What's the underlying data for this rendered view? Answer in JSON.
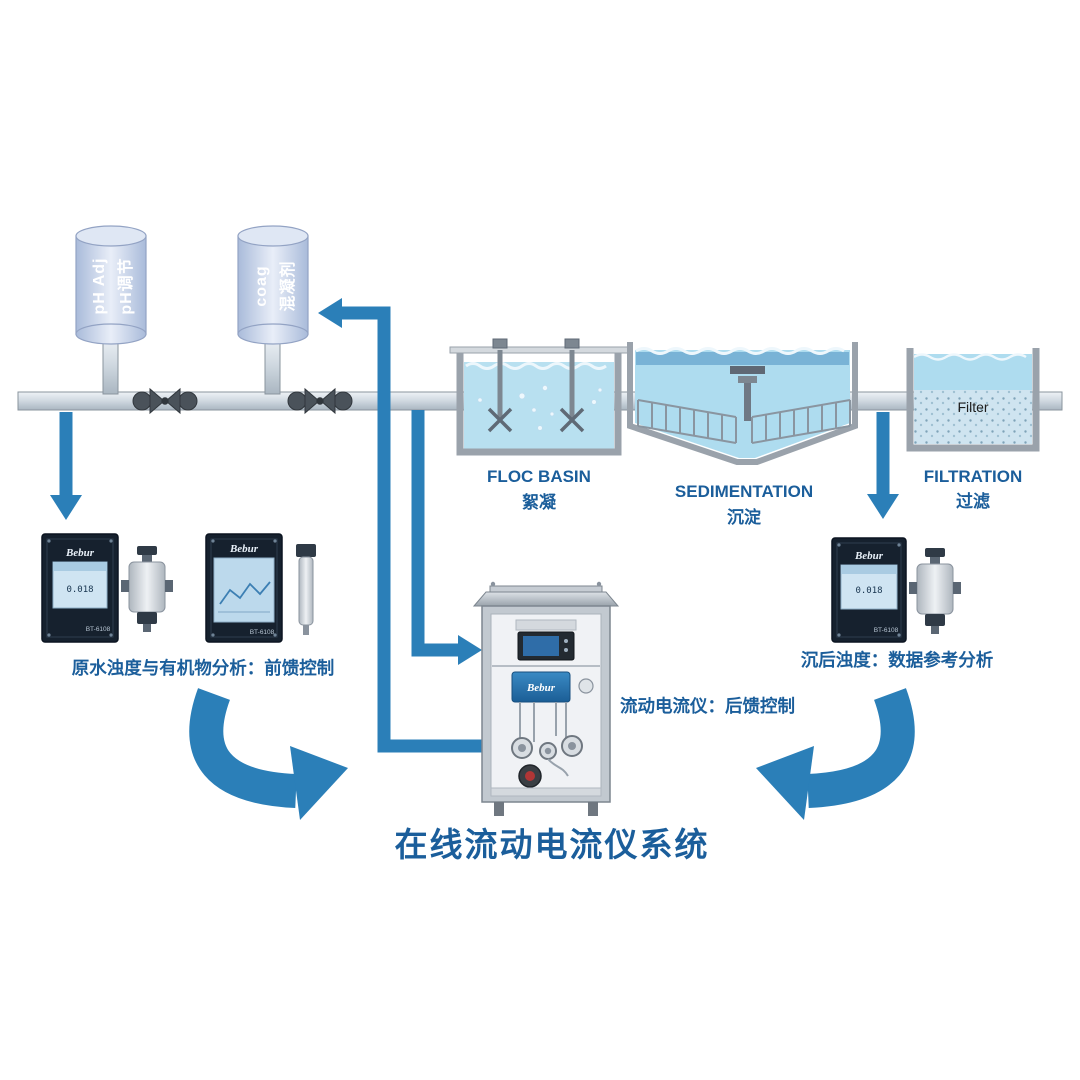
{
  "title": "在线流动电流仪系统",
  "tanks": {
    "ph": {
      "en": "pH Adj",
      "zh": "pH调节"
    },
    "coag": {
      "en": "coag",
      "zh": "混凝剂"
    }
  },
  "stages": {
    "floc": {
      "en": "FLOC BASIN",
      "zh": "絮凝"
    },
    "sed": {
      "en": "SEDIMENTATION",
      "zh": "沉淀"
    },
    "filter": {
      "en": "FILTRATION",
      "zh": "过滤",
      "media": "Filter"
    }
  },
  "captions": {
    "raw": "原水浊度与有机物分析：前馈控制",
    "center": "流动电流仪：后馈控制",
    "settled": "沉后浊度：数据参考分析"
  },
  "devices": {
    "brand": "Bebur",
    "model": "BT-6108",
    "reading": "0.018"
  },
  "colors": {
    "arrow_blue": "#2b7fb8",
    "label_blue": "#1b5e9b",
    "water": "#aedcef",
    "tank_fill": "#c6d3ea"
  }
}
